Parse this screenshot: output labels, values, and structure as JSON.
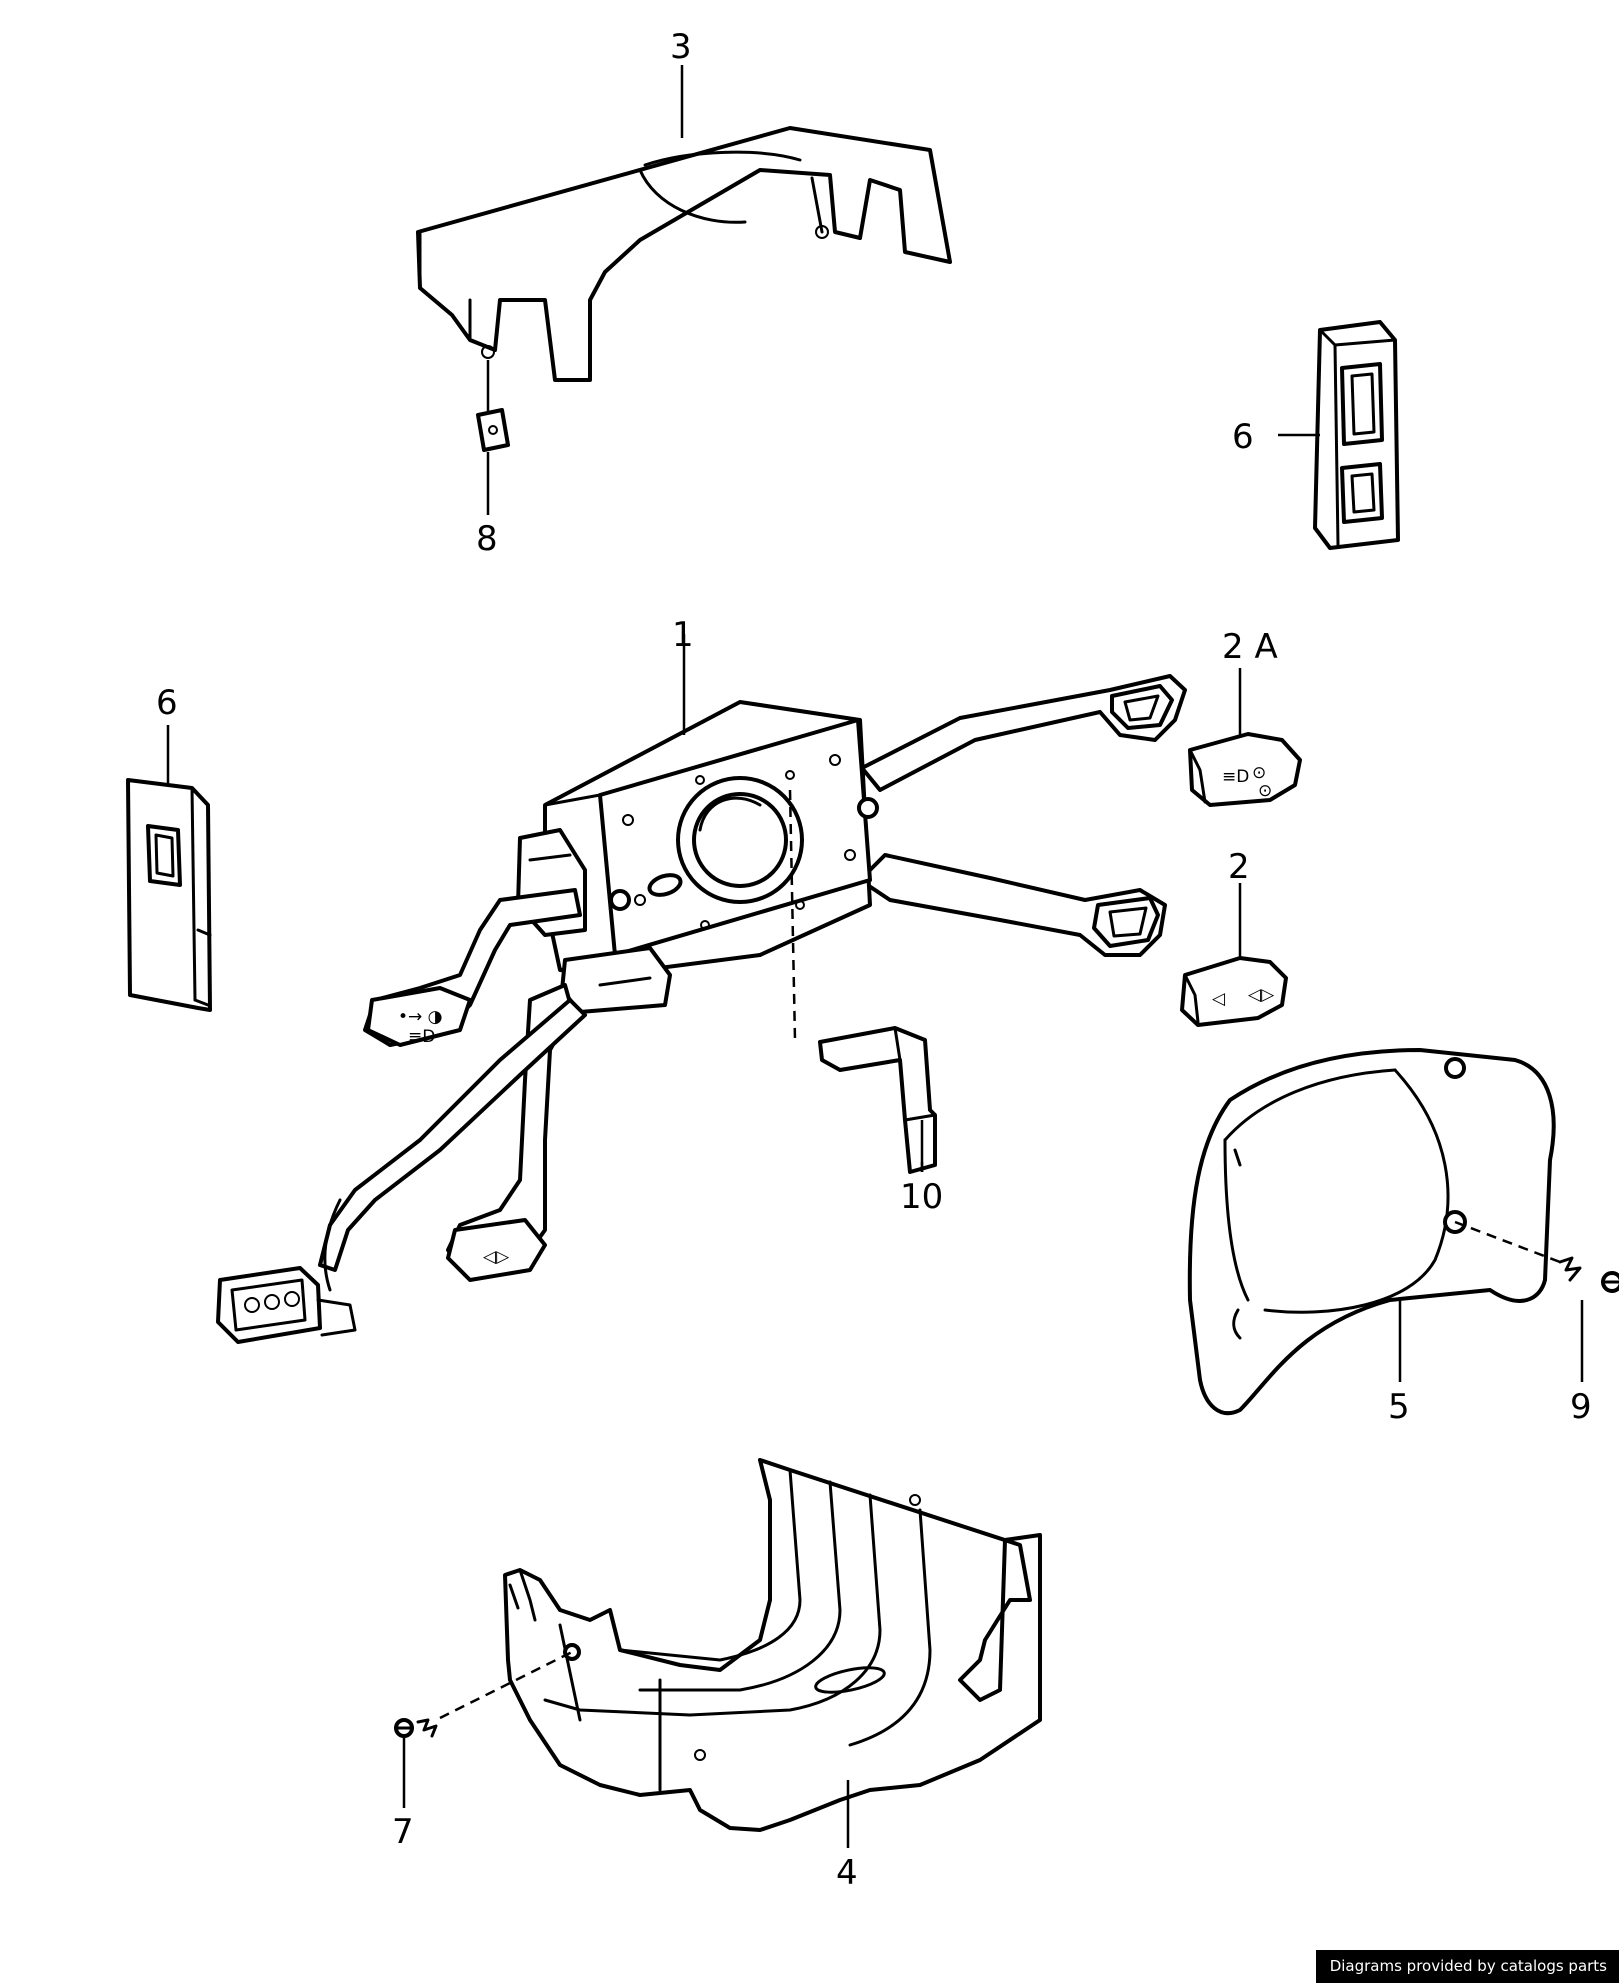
{
  "diagram": {
    "callouts": {
      "c1": "1",
      "c2": "2",
      "c2a": "2 A",
      "c3": "3",
      "c4": "4",
      "c5": "5",
      "c6_right": "6",
      "c6_left": "6",
      "c7": "7",
      "c8": "8",
      "c9": "9",
      "c10": "10"
    },
    "credit": "Diagrams provided by catalogs parts"
  }
}
